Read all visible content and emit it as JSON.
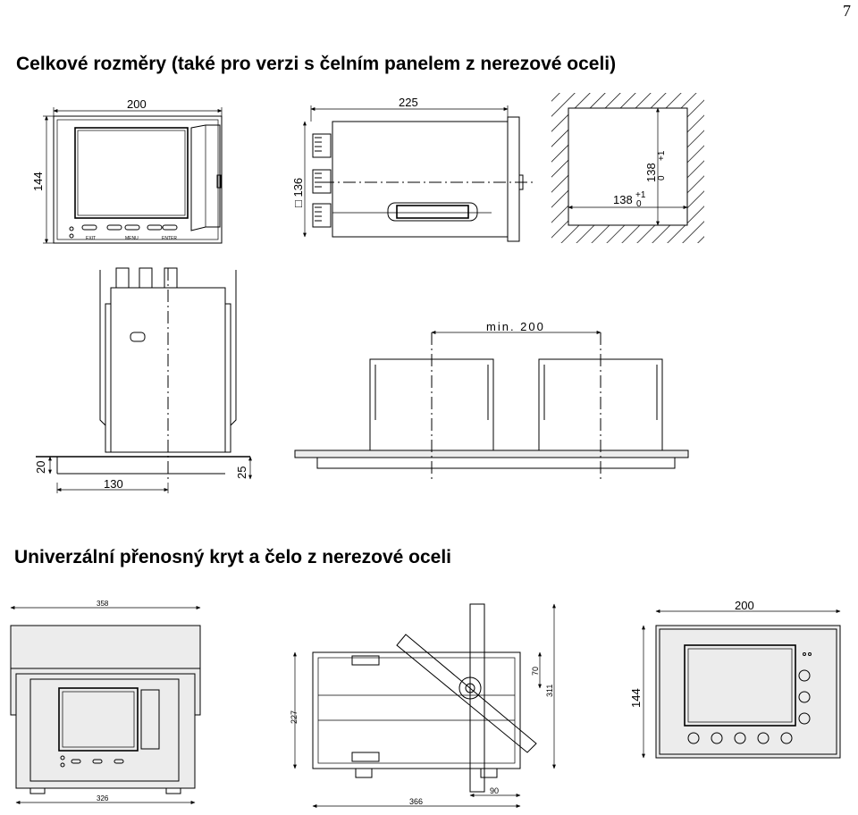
{
  "page_number": "7",
  "section1": {
    "title": "Celkové rozměry (také pro verzi s čelním panelem z nerezové oceli)",
    "dims": {
      "front_width": "200",
      "front_height": "144",
      "side_depth": "225",
      "side_square": "□ 136",
      "cutout_w": "138",
      "cutout_h": "138",
      "tol_plus": "+1",
      "tol_zero": "0",
      "min_spacing": "min. 200",
      "panel_thk": "20",
      "depth_130": "130",
      "bottom_25": "25"
    },
    "front_button_labels": [
      "EXIT",
      "MENU",
      "ENTER"
    ]
  },
  "section2": {
    "title": "Univerzální přenosný kryt a čelo z nerezové oceli",
    "dims": {
      "case_width": "358",
      "case_bottom": "326",
      "side_depth": "366",
      "side_height": "227",
      "handle_70": "70",
      "height_311": "311",
      "handle_90": "90",
      "front_width": "200",
      "front_height": "144"
    }
  }
}
